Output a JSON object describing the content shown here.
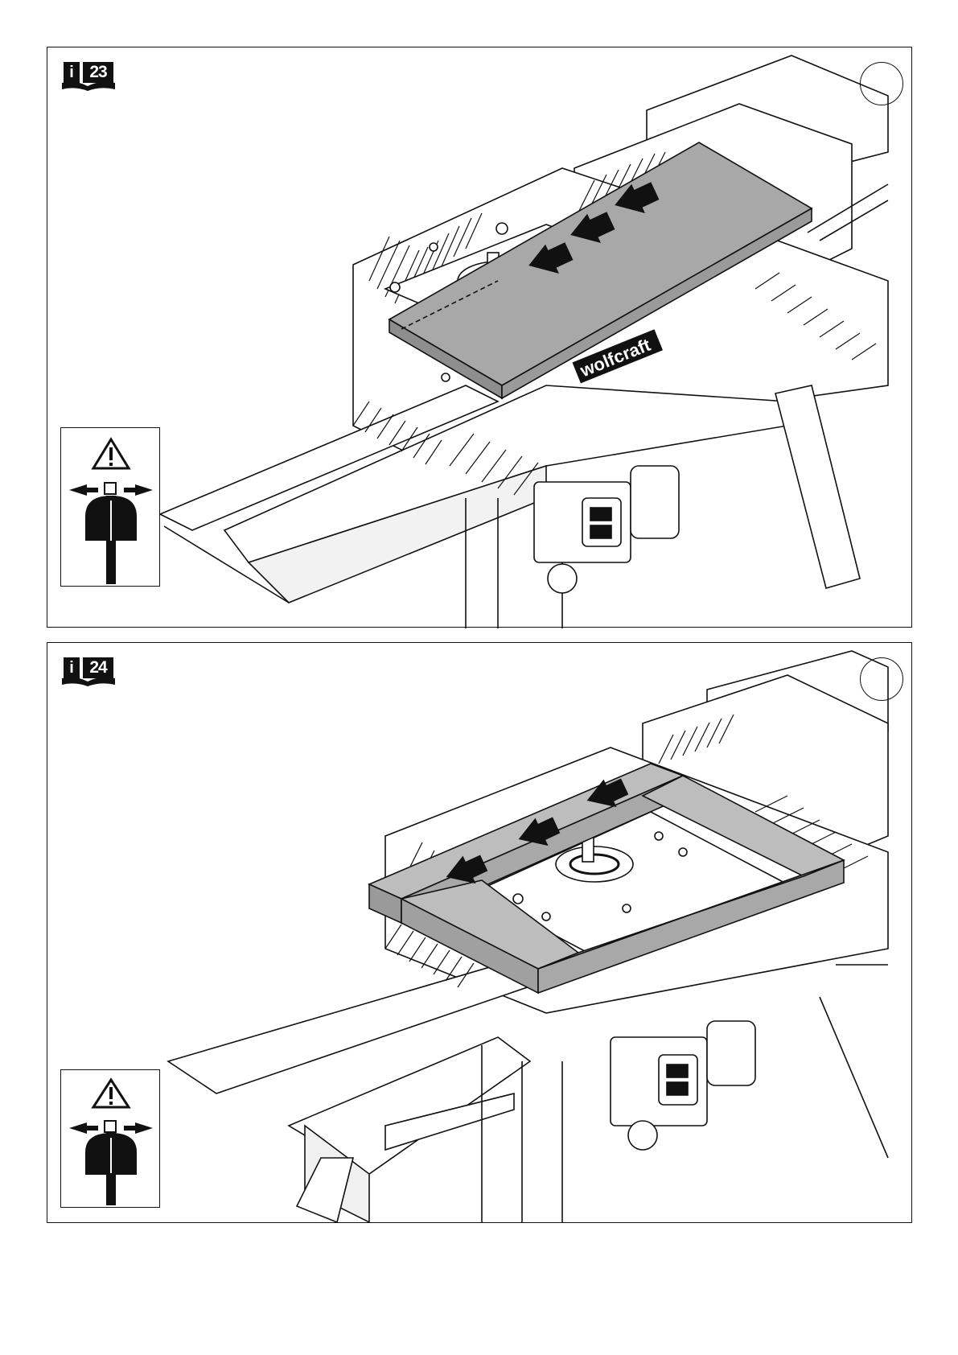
{
  "panels": [
    {
      "id": "23",
      "badge_letter": "i",
      "badge_number": "23",
      "brand": "wolfcraft",
      "brand_mark": "®"
    },
    {
      "id": "24",
      "badge_letter": "i",
      "badge_number": "24"
    }
  ],
  "colors": {
    "ink": "#111111",
    "workpiece": "#a8a8a8",
    "workpiece_top": "#bdbdbd",
    "paper": "#ffffff"
  },
  "icons": [
    "manual-book-icon",
    "warning-triangle-icon",
    "hand-guard-icon",
    "push-direction-arrow-icon"
  ]
}
